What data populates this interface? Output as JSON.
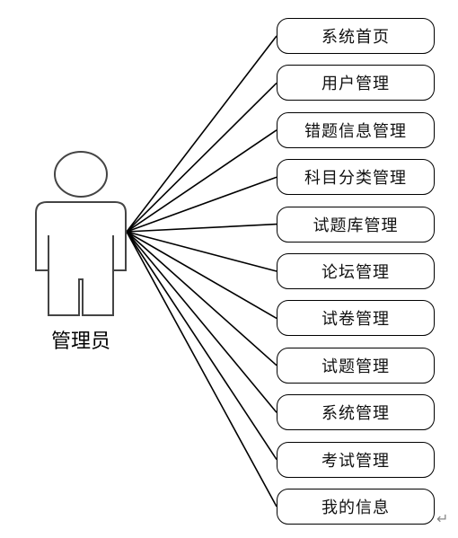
{
  "actor": {
    "label": "管理员"
  },
  "use_cases": [
    {
      "label": "系统首页"
    },
    {
      "label": "用户管理"
    },
    {
      "label": "错题信息管理"
    },
    {
      "label": "科目分类管理"
    },
    {
      "label": "试题库管理"
    },
    {
      "label": "论坛管理"
    },
    {
      "label": "试卷管理"
    },
    {
      "label": "试题管理"
    },
    {
      "label": "系统管理"
    },
    {
      "label": "考试管理"
    },
    {
      "label": "我的信息"
    }
  ],
  "paragraph_mark": "↵"
}
